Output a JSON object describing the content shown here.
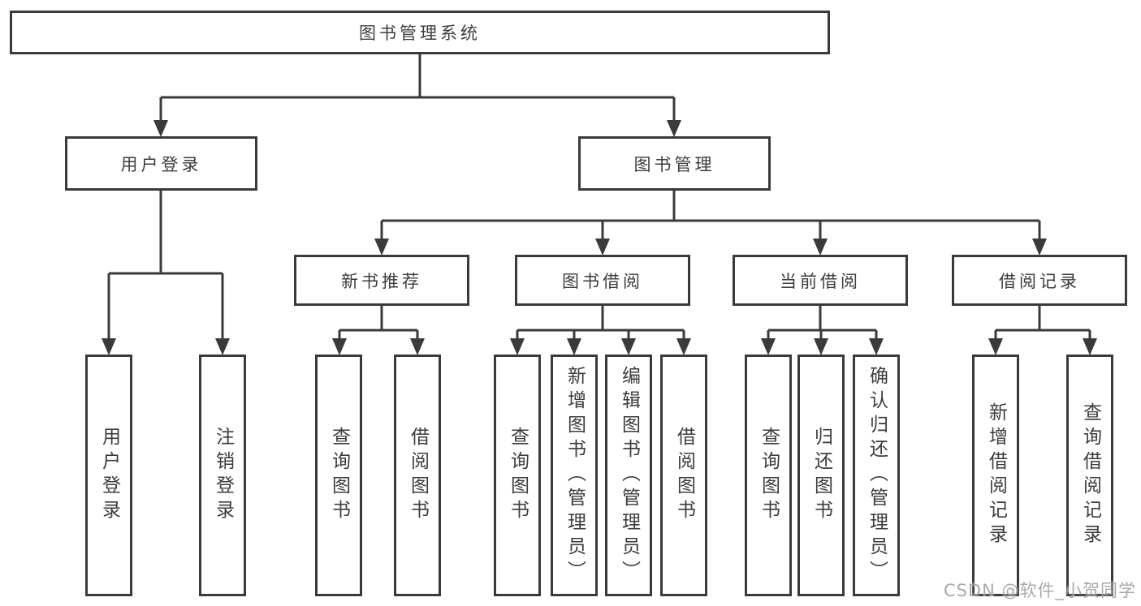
{
  "tree": {
    "label": "图书管理系统",
    "children": [
      {
        "label": "用户登录",
        "children": [
          {
            "label": "用户登录"
          },
          {
            "label": "注销登录"
          }
        ]
      },
      {
        "label": "图书管理",
        "children": [
          {
            "label": "新书推荐",
            "children": [
              {
                "label": "查询图书"
              },
              {
                "label": "借阅图书"
              }
            ]
          },
          {
            "label": "图书借阅",
            "children": [
              {
                "label": "查询图书"
              },
              {
                "label": "新增图书（管理员）"
              },
              {
                "label": "编辑图书（管理员）"
              },
              {
                "label": "借阅图书"
              }
            ]
          },
          {
            "label": "当前借阅",
            "children": [
              {
                "label": "查询图书"
              },
              {
                "label": "归还图书"
              },
              {
                "label": "确认归还（管理员）"
              }
            ]
          },
          {
            "label": "借阅记录",
            "children": [
              {
                "label": "新增借阅记录"
              },
              {
                "label": "查询借阅记录"
              }
            ]
          }
        ]
      }
    ]
  },
  "watermark": {
    "text": "CSDN @软件_小贺同学"
  },
  "colors": {
    "line": "#3a3a3a",
    "text": "#3c3c3c",
    "background": "#ffffff",
    "watermark": "#a0a0a0"
  }
}
